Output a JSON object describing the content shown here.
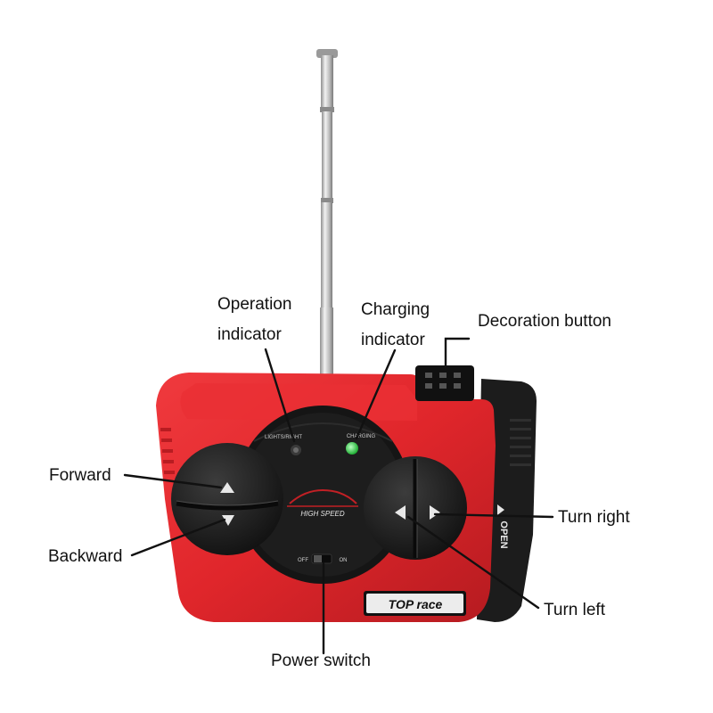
{
  "labels": {
    "operation_indicator": [
      "Operation",
      "indicator"
    ],
    "charging_indicator": [
      "Charging",
      "indicator"
    ],
    "decoration_button": "Decoration button",
    "forward": "Forward",
    "backward": "Backward",
    "turn_right": "Turn right",
    "turn_left": "Turn left",
    "power_switch": "Power switch"
  },
  "device_print": {
    "left_led": "LIGHTS/RIGHT",
    "right_led": "CHARGING",
    "center_logo": "HIGH SPEED",
    "switch_off": "OFF",
    "switch_on": "ON",
    "side_label": "OPEN",
    "brand": "TOP race"
  },
  "colors": {
    "body_red": "#e0262b",
    "body_dark": "#1c1c1c",
    "led_green": "#35d94a",
    "antenna": "#c9c9c9"
  }
}
